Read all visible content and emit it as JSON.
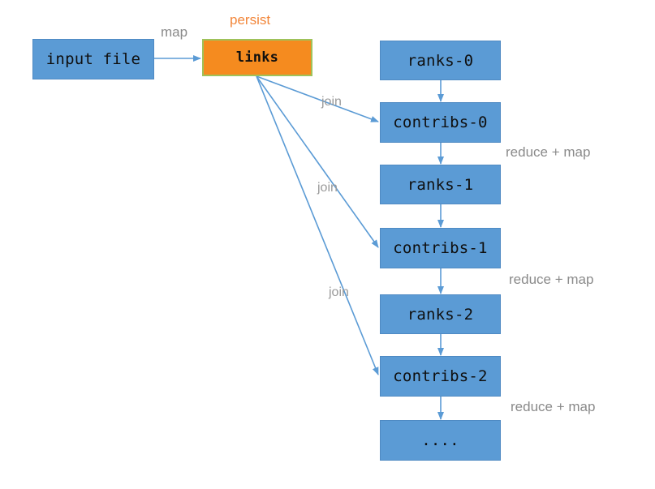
{
  "nodes": {
    "input_file": "input file",
    "links": "links",
    "ranks_0": "ranks-0",
    "contribs_0": "contribs-0",
    "ranks_1": "ranks-1",
    "contribs_1": "contribs-1",
    "ranks_2": "ranks-2",
    "contribs_2": "contribs-2",
    "ellipsis": "...."
  },
  "labels": {
    "map": "map",
    "persist": "persist",
    "join": "join",
    "reduce_map": "reduce + map"
  },
  "colors": {
    "node_fill": "#5b9bd5",
    "highlight_fill": "#f58b1f",
    "highlight_border": "#9fc25a",
    "arrow": "#5b9bd5",
    "persist_label": "#f2863a",
    "edge_label": "#8a8a8a"
  }
}
